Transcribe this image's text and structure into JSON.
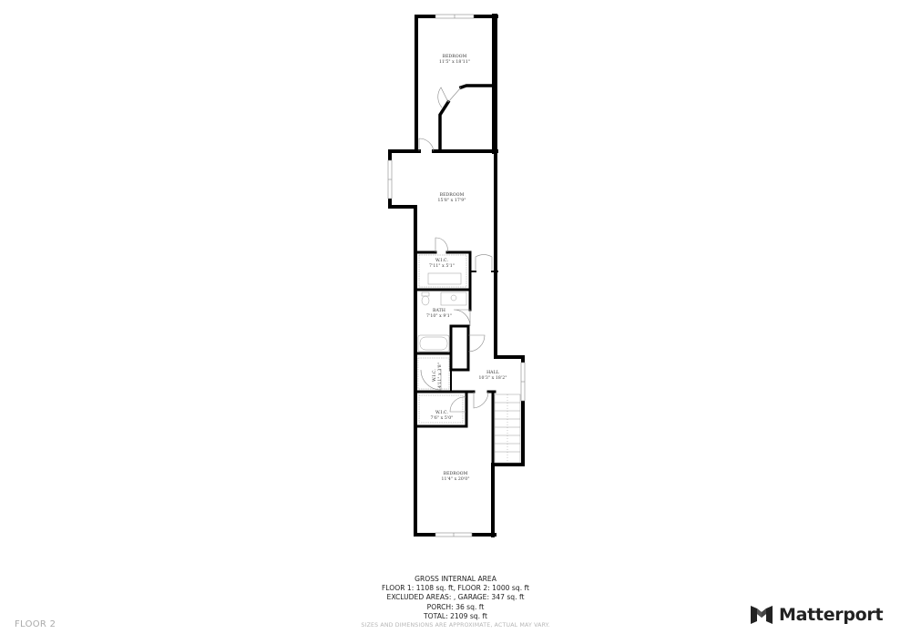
{
  "floor_label": "FLOOR 2",
  "brand": {
    "name": "Matterport",
    "icon": "matterport-logo-icon"
  },
  "rooms": [
    {
      "id": "bedroom-1",
      "name": "BEDROOM",
      "dims": "11'5\" x 18'11\""
    },
    {
      "id": "bedroom-2",
      "name": "BEDROOM",
      "dims": "15'8\" x 17'9\""
    },
    {
      "id": "wic-1",
      "name": "W.I.C.",
      "dims": "7'11\" x 5'1\""
    },
    {
      "id": "bath",
      "name": "BATH",
      "dims": "7'10\" x 9'1\""
    },
    {
      "id": "closet",
      "name": "W.I.C.",
      "dims": "4'11\" x 3'8\""
    },
    {
      "id": "hall",
      "name": "HALL",
      "dims": "10'3\" x 18'2\""
    },
    {
      "id": "wic-2",
      "name": "W.I.C.",
      "dims": "7'6\" x 5'0\""
    },
    {
      "id": "bedroom-3",
      "name": "BEDROOM",
      "dims": "11'4\" x 20'0\""
    }
  ],
  "summary": {
    "title": "GROSS INTERNAL AREA",
    "line1": "FLOOR 1: 1108 sq. ft, FLOOR 2: 1000 sq. ft",
    "line2": "EXCLUDED AREAS: , GARAGE: 347 sq. ft",
    "line3": "PORCH: 36 sq. ft",
    "line4": "TOTAL: 2109 sq. ft",
    "disclaimer": "SIZES AND DIMENSIONS ARE APPROXIMATE, ACTUAL MAY VARY."
  },
  "colors": {
    "wall": "#000000",
    "thin_line": "#999999",
    "background": "#ffffff",
    "label_gray": "#aaaaaa"
  }
}
